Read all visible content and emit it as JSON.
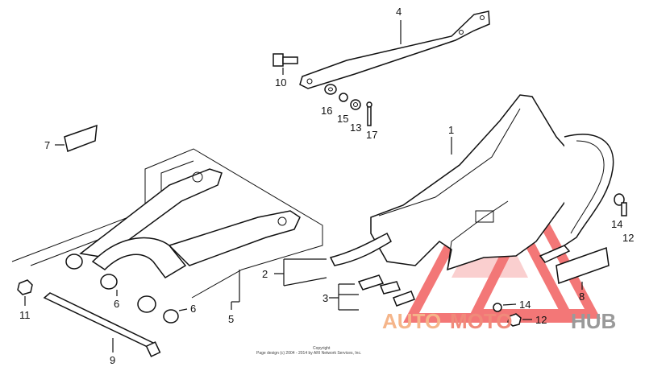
{
  "callouts": {
    "c1": "1",
    "c2": "2",
    "c3": "3",
    "c4": "4",
    "c5": "5",
    "c6a": "6",
    "c6b": "6",
    "c7": "7",
    "c8": "8",
    "c9": "9",
    "c10": "10",
    "c11": "11",
    "c12a": "12",
    "c12b": "12",
    "c13": "13",
    "c14a": "14",
    "c14b": "14",
    "c15": "15",
    "c16": "16",
    "c17": "17"
  },
  "copyright": {
    "line1": "Copyright",
    "line2": "Page design (c) 2004 - 2014 by ARI Network Services, Inc."
  },
  "watermark": {
    "auto": "AUTO",
    "moto": "MOTO",
    "hub": "HUB",
    "colors": {
      "auto": "#f5b58a",
      "moto": "#f08a7a",
      "hub": "#9a9a9a",
      "logo": "#ef4a4a"
    }
  }
}
